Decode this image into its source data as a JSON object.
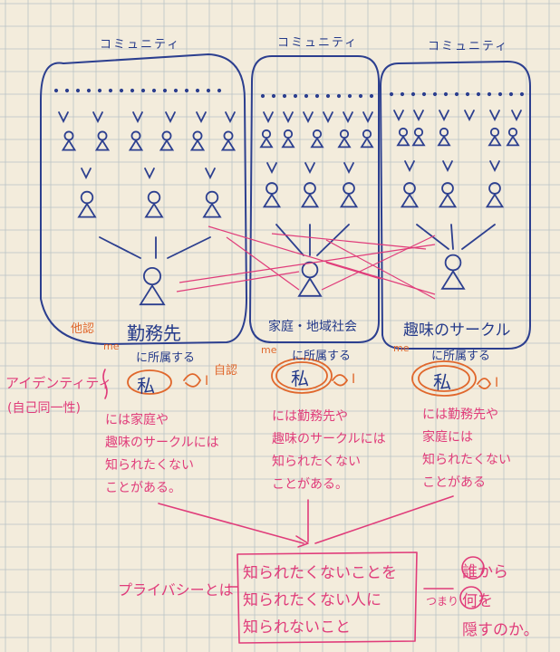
{
  "communities": [
    {
      "label": "コミュニティ",
      "group": "勤務先",
      "belong": "に所属する",
      "me": "私",
      "me_en": "me",
      "i": "I",
      "note": [
        "には家庭や",
        "趣味のサークルには",
        "知られたくない",
        "ことがある。"
      ]
    },
    {
      "label": "コミュニティ",
      "group": "家庭・地域社会",
      "belong": "に所属する",
      "me": "私",
      "me_en": "me",
      "i": "I",
      "note": [
        "には勤務先や",
        "趣味のサークルには",
        "知られたくない",
        "ことがある。"
      ]
    },
    {
      "label": "コミュニティ",
      "group": "趣味のサークル",
      "belong": "に所属する",
      "me": "私",
      "me_en": "me",
      "i": "I",
      "note": [
        "には勤務先や",
        "家庭には",
        "知られたくない",
        "ことがある"
      ]
    }
  ],
  "identity": {
    "label": "アイデンティティ",
    "sub": "(自己同一性)",
    "other_recog": "他認",
    "self_recog": "自認"
  },
  "privacy": {
    "label": "プライバシーとは",
    "definition": [
      "知られたくないことを",
      "知られたくない人に",
      "知られないこと"
    ],
    "tsumari": "つまり",
    "conclusion": [
      "誰から",
      "何を",
      "隠すのか。"
    ]
  },
  "colors": {
    "blue": "#2c3f8f",
    "pink": "#e03c7a",
    "orange": "#e0672c",
    "grid": "#b9c3c6",
    "paper": "#f3ecdc"
  }
}
